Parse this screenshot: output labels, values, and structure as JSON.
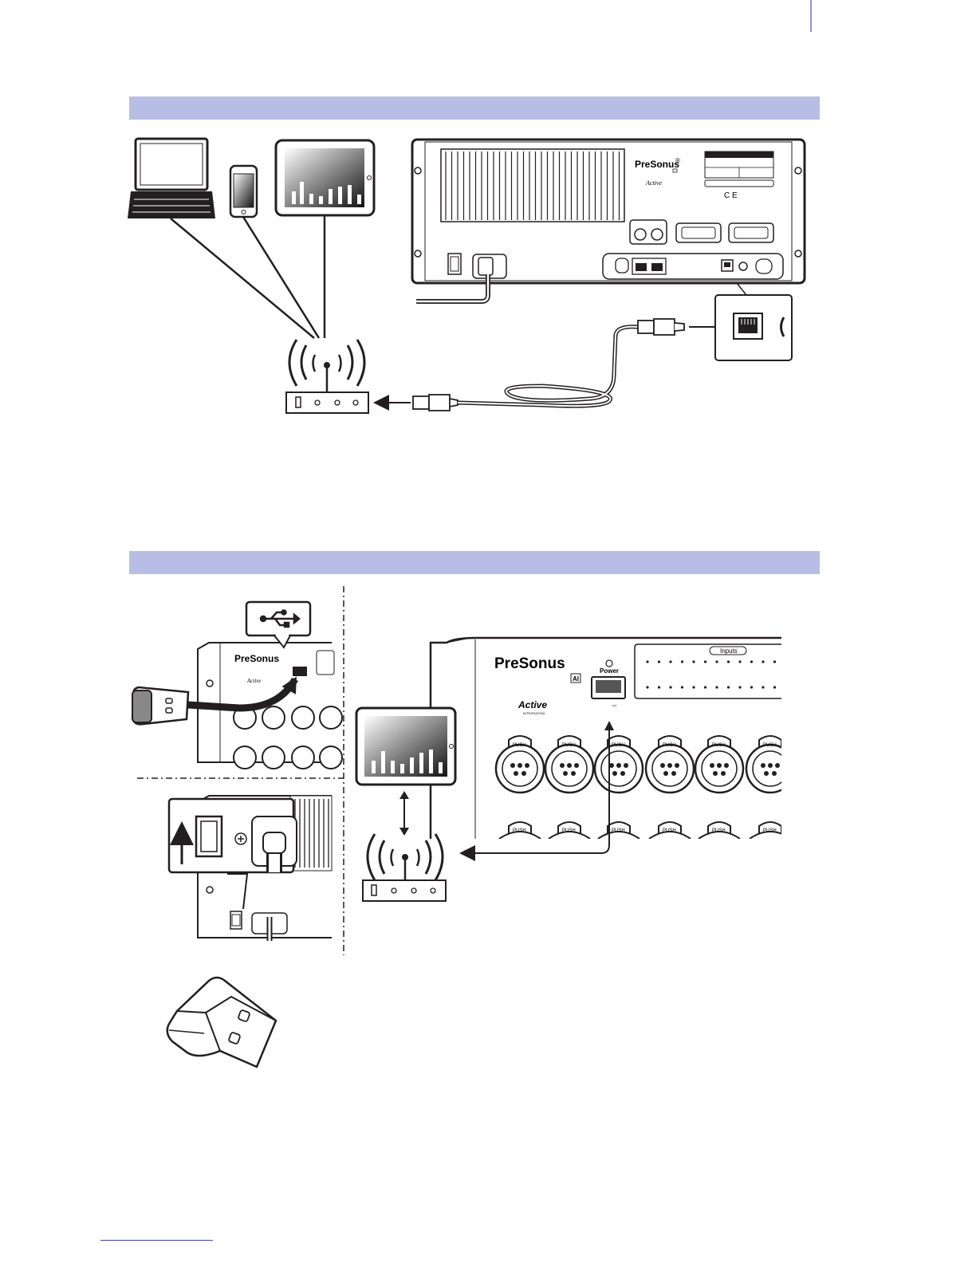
{
  "section1": {
    "device_labels": {
      "brand": "PreSonus",
      "brand_mark": "®",
      "script": "Active"
    }
  },
  "section2": {
    "labels": {
      "brand": "PreSonus",
      "model_badge": "AI",
      "power": "Power",
      "inputs": "Inputs",
      "push": "PUSH",
      "script": "Active",
      "script_sub": "INTEGRATION"
    }
  },
  "colors": {
    "band": "#b8bde5",
    "ink": "#231f20",
    "accent_rule": "#9394c9",
    "footer_rule": "#3b46a8"
  }
}
